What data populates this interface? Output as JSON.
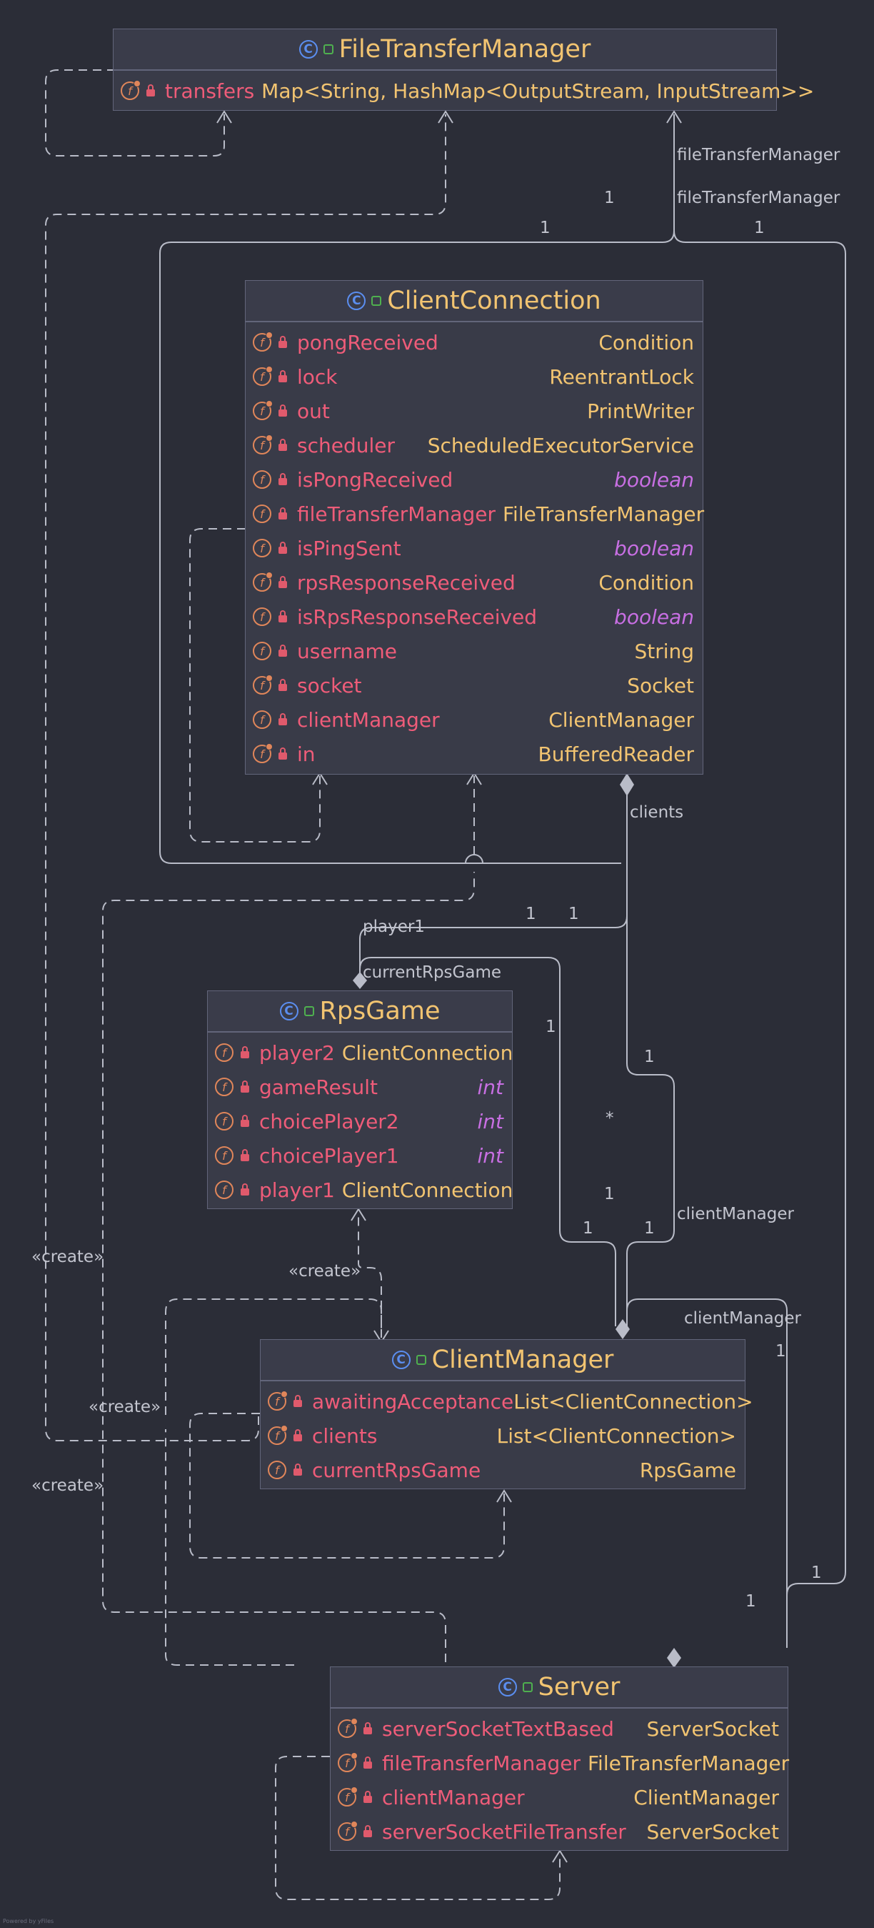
{
  "colors": {
    "background": "#2b2d37",
    "box": "#393b48",
    "border": "#62657a",
    "class_name": "#f2c471",
    "field_name": "#ef5c79",
    "type": "#f2c471",
    "primitive": "#c86fe3",
    "edge": "#b9bcc8"
  },
  "classes": {
    "ftm": {
      "name": "FileTransferManager",
      "icon": "class-icon",
      "fields": [
        {
          "name": "transfers",
          "type": "Map<String, HashMap<OutputStream, InputStream>>",
          "final": true
        }
      ]
    },
    "cc": {
      "name": "ClientConnection",
      "icon": "class-icon",
      "fields": [
        {
          "name": "pongReceived",
          "type": "Condition",
          "final": true
        },
        {
          "name": "lock",
          "type": "ReentrantLock",
          "final": true
        },
        {
          "name": "out",
          "type": "PrintWriter",
          "final": true
        },
        {
          "name": "scheduler",
          "type": "ScheduledExecutorService",
          "final": true
        },
        {
          "name": "isPongReceived",
          "type": "boolean",
          "final": false
        },
        {
          "name": "fileTransferManager",
          "type": "FileTransferManager",
          "final": false
        },
        {
          "name": "isPingSent",
          "type": "boolean",
          "final": false
        },
        {
          "name": "rpsResponseReceived",
          "type": "Condition",
          "final": true
        },
        {
          "name": "isRpsResponseReceived",
          "type": "boolean",
          "final": false
        },
        {
          "name": "username",
          "type": "String",
          "final": false
        },
        {
          "name": "socket",
          "type": "Socket",
          "final": true
        },
        {
          "name": "clientManager",
          "type": "ClientManager",
          "final": false
        },
        {
          "name": "in",
          "type": "BufferedReader",
          "final": true
        }
      ]
    },
    "rps": {
      "name": "RpsGame",
      "icon": "class-icon",
      "fields": [
        {
          "name": "player2",
          "type": "ClientConnection",
          "final": false
        },
        {
          "name": "gameResult",
          "type": "int",
          "final": false
        },
        {
          "name": "choicePlayer2",
          "type": "int",
          "final": false
        },
        {
          "name": "choicePlayer1",
          "type": "int",
          "final": false
        },
        {
          "name": "player1",
          "type": "ClientConnection",
          "final": false
        }
      ]
    },
    "cm": {
      "name": "ClientManager",
      "icon": "class-icon",
      "fields": [
        {
          "name": "awaitingAcceptance",
          "type": "List<ClientConnection>",
          "final": true
        },
        {
          "name": "clients",
          "type": "List<ClientConnection>",
          "final": true
        },
        {
          "name": "currentRpsGame",
          "type": "RpsGame",
          "final": false
        }
      ]
    },
    "srv": {
      "name": "Server",
      "icon": "class-icon",
      "fields": [
        {
          "name": "serverSocketTextBased",
          "type": "ServerSocket",
          "final": true
        },
        {
          "name": "fileTransferManager",
          "type": "FileTransferManager",
          "final": true
        },
        {
          "name": "clientManager",
          "type": "ClientManager",
          "final": true
        },
        {
          "name": "serverSocketFileTransfer",
          "type": "ServerSocket",
          "final": true
        }
      ]
    }
  },
  "labels": {
    "ftm_role_1": "fileTransferManager",
    "ftm_role_2": "fileTransferManager",
    "m1_a": "1",
    "m1_b": "1",
    "m1_c": "1",
    "clients": "clients",
    "player1": "player1",
    "currentRpsGame": "currentRpsGame",
    "m_1a": "1",
    "m_1b": "1",
    "m_1c": "1",
    "m_1d": "1",
    "m_star": "*",
    "m_1e": "1",
    "m_1f": "1",
    "m_1g": "1",
    "clientManager_1": "clientManager",
    "clientManager_2": "clientManager",
    "m_1h": "1",
    "m_1i": "1",
    "m_1j": "1",
    "create_1": "«create»",
    "create_2": "«create»",
    "create_3": "«create»",
    "create_4": "«create»",
    "watermark": "Powered by yFiles"
  }
}
